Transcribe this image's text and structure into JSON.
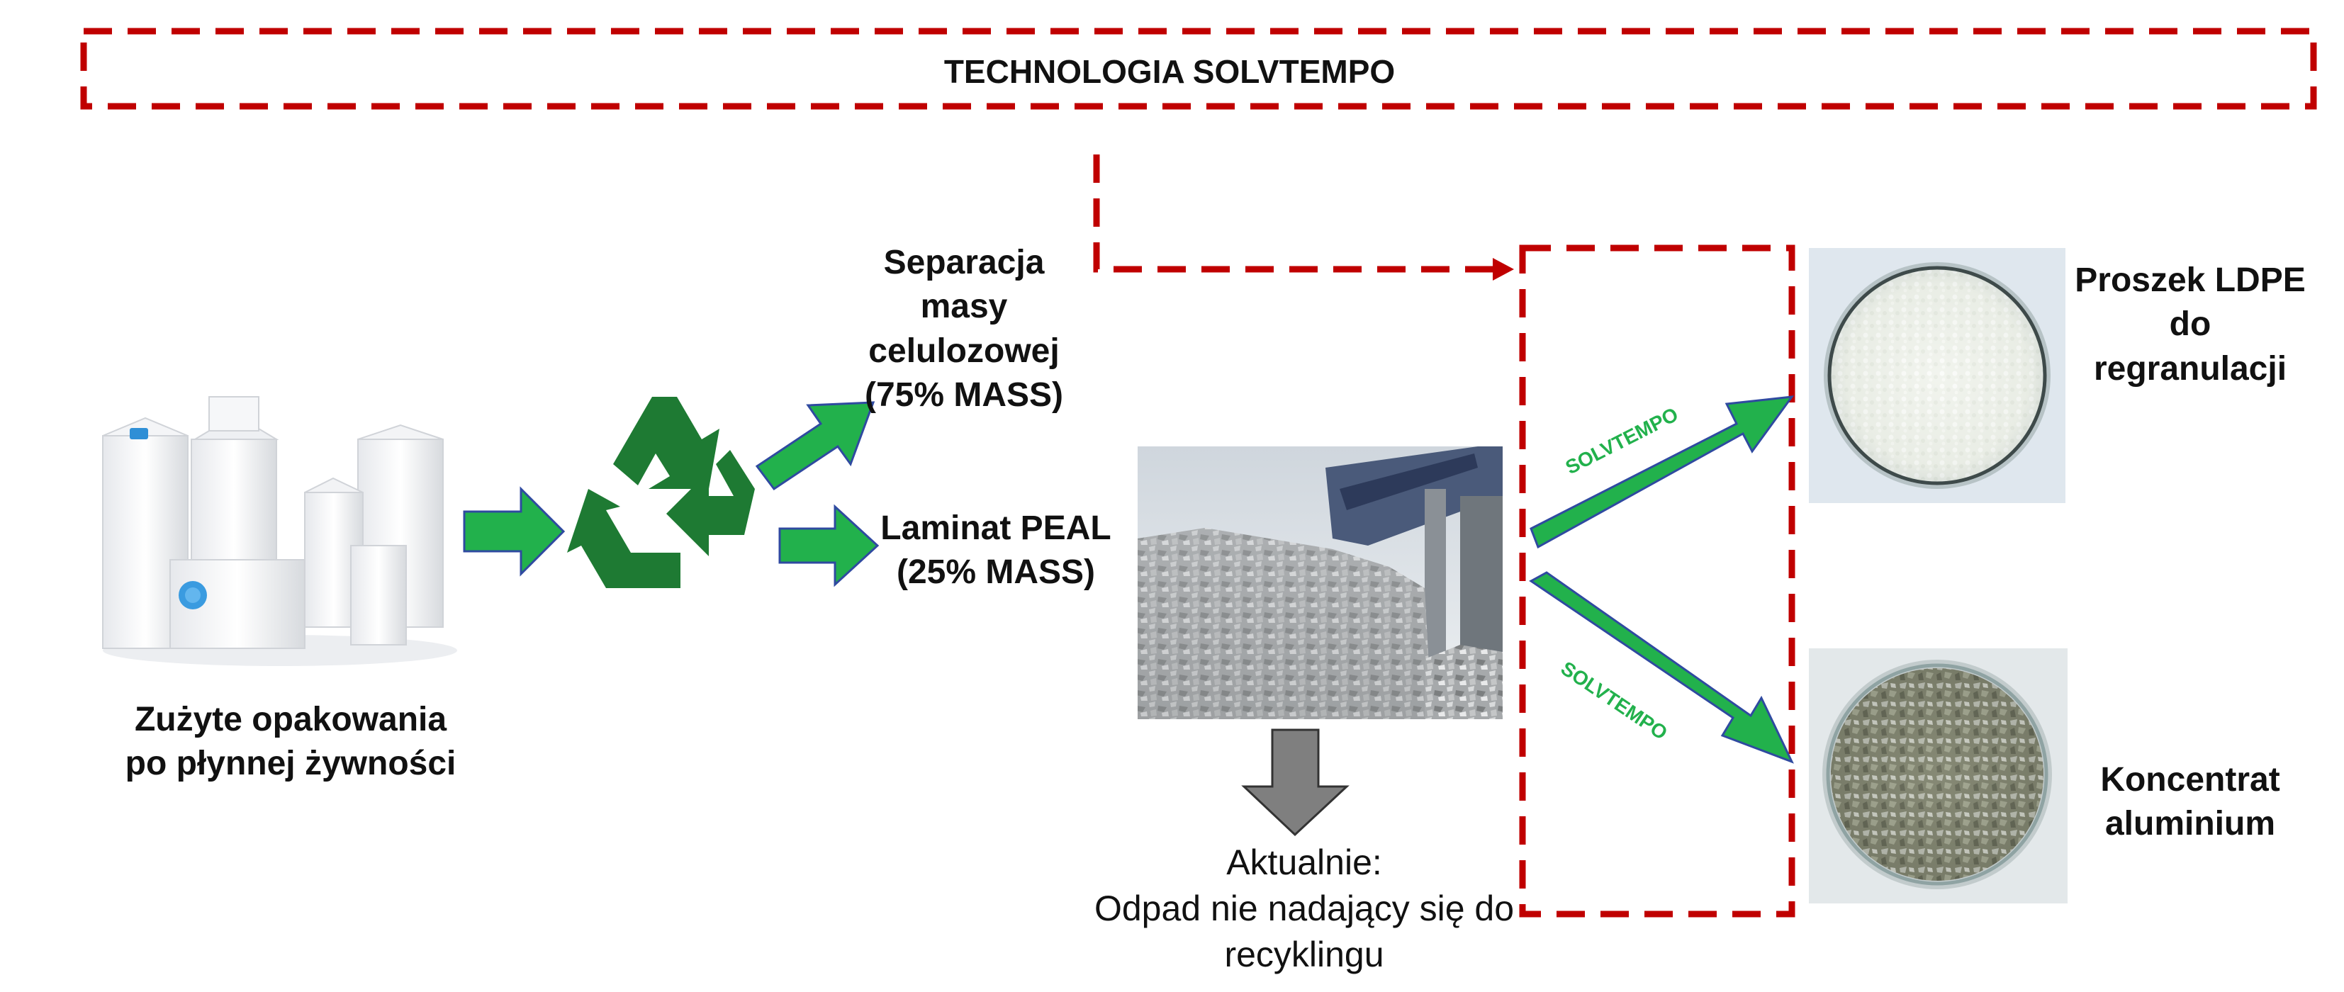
{
  "title": "TECHNOLOGIA SOLVTEMPO",
  "nodes": {
    "used_packaging": [
      "Zużyte opakowania",
      "po płynnej żywności"
    ],
    "separation": [
      "Separacja",
      "masy",
      "celulozowej",
      "(75% MASS)"
    ],
    "laminate": [
      "Laminat PEAL",
      "(25% MASS)"
    ],
    "current": [
      "Aktualnie:",
      "Odpad nie nadający się do",
      "recyklingu"
    ],
    "ldpe": [
      "Proszek LDPE",
      "do",
      "regranulacji"
    ],
    "aluminium": [
      "Koncentrat",
      "aluminium"
    ]
  },
  "arrow_labels": {
    "upper": "SOLVTEMPO",
    "lower": "SOLVTEMPO"
  },
  "colors": {
    "dashed_red": "#c00000",
    "arrow_green": "#22b14c",
    "arrow_outline": "#2f4aa0",
    "recycle_green": "#1e7a33",
    "gray_arrow": "#7f7f7f",
    "label_green": "#22b14c"
  },
  "icons": {
    "recycle": "recycle-icon"
  }
}
